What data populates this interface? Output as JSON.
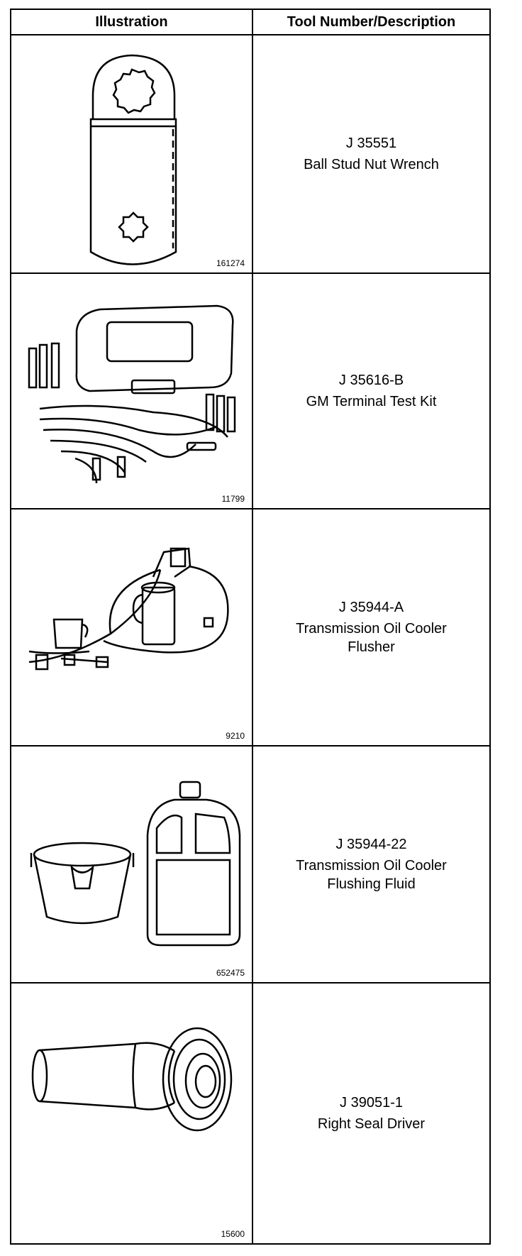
{
  "header": {
    "illustration": "Illustration",
    "tool": "Tool Number/Description"
  },
  "rows": [
    {
      "tool_number": "J 35551",
      "description": "Ball Stud Nut Wrench",
      "description2": "",
      "figure": "161274",
      "icon": "ball-stud-nut-wrench-icon"
    },
    {
      "tool_number": "J 35616-B",
      "description": "GM Terminal Test Kit",
      "description2": "",
      "figure": "11799",
      "icon": "terminal-test-kit-icon"
    },
    {
      "tool_number": "J 35944-A",
      "description": "Transmission Oil Cooler",
      "description2": "Flusher",
      "figure": "9210",
      "icon": "oil-cooler-flusher-icon"
    },
    {
      "tool_number": "J 35944-22",
      "description": "Transmission Oil Cooler",
      "description2": "Flushing Fluid",
      "figure": "652475",
      "icon": "flushing-fluid-icon"
    },
    {
      "tool_number": "J 39051-1",
      "description": "Right Seal Driver",
      "description2": "",
      "figure": "15600",
      "icon": "seal-driver-icon"
    }
  ]
}
